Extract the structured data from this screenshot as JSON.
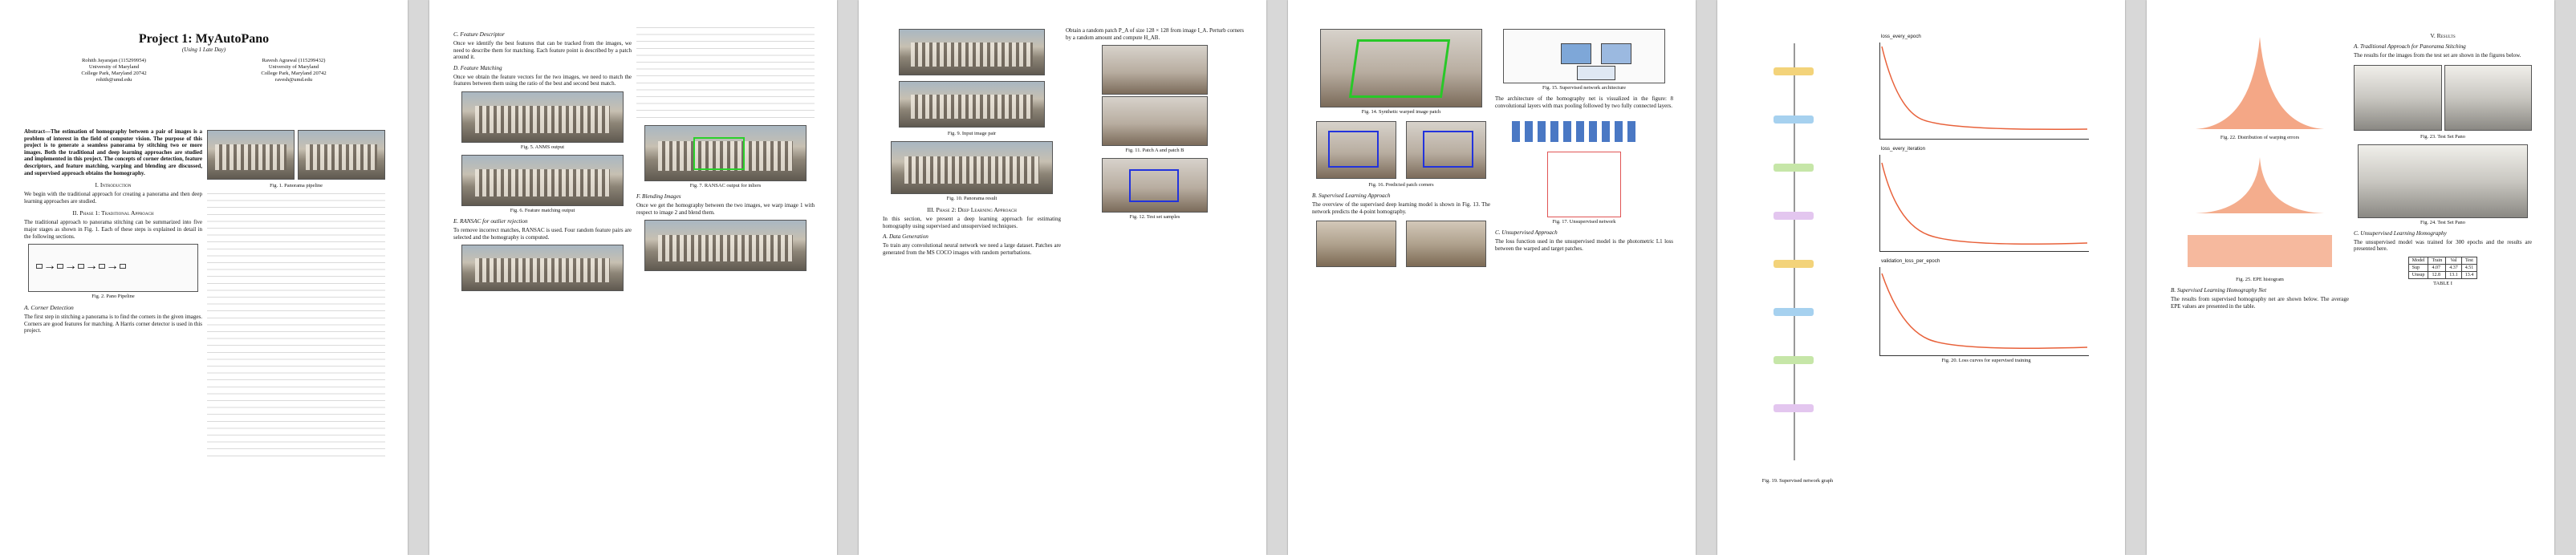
{
  "pages": [
    {
      "title": "Project 1: MyAutoPano",
      "subtitle": "(Using 1 Late Day)",
      "authors": [
        {
          "name": "Rohith Jayarajan (115299954)",
          "affil": "University of Maryland",
          "place": "College Park, Maryland 20742",
          "email": "rohith@umd.edu"
        },
        {
          "name": "Ravesh Agrawal (115299432)",
          "affil": "University of Maryland",
          "place": "College Park, Maryland 20742",
          "email": "ravesh@umd.edu"
        }
      ],
      "abstract": "Abstract—The estimation of homography between a pair of images is a problem of interest in the field of computer vision. The purpose of this project is to generate a seamless panorama by stitching two or more images. Both the traditional and deep learning approaches are studied and implemented in this project. The concepts of corner detection, feature descriptors, and feature matching, warping and blending are discussed, and supervised approach obtains the homography.",
      "s1": "I. Introduction",
      "p1": "We begin with the traditional approach for creating a panorama and then deep learning approaches are studied.",
      "s2": "II. Phase 1: Traditional Approach",
      "p2": "The traditional approach to panorama stitching can be summarized into five major stages as shown in Fig. 1. Each of these steps is explained in detail in the following sections.",
      "cap1": "Fig. 1. Panorama pipeline",
      "cap2": "Fig. 2. Pano Pipeline",
      "s3": "A. Corner Detection",
      "p3": "The first step in stitching a panorama is to find the corners in the given images. Corners are good features for matching. A Harris corner detector is used in this project."
    },
    {
      "h1": "C. Feature Descriptor",
      "p1": "Once we identify the best features that can be tracked from the images, we need to describe them for matching. Each feature point is described by a patch around it.",
      "h2": "D. Feature Matching",
      "p2": "Once we obtain the feature vectors for the two images, we need to match the features between them using the ratio of the best and second best match.",
      "cap1": "Fig. 5. ANMS output",
      "cap2": "Fig. 6. Feature matching output",
      "h3": "E. RANSAC for outlier rejection",
      "p3": "To remove incorrect matches, RANSAC is used. Four random feature pairs are selected and the homography is computed.",
      "cap3": "Fig. 7. RANSAC output for inliers",
      "h4": "F. Blending Images",
      "p4": "Once we get the homography between the two images, we warp image 1 with respect to image 2 and blend them."
    },
    {
      "p1": "Obtain a random patch P_A of size 128 × 128 from image I_A. Perturb corners by a random amount and compute H_AB.",
      "cap1": "Fig. 9. Input image pair",
      "cap2": "Fig. 10. Panorama result",
      "s1": "III. Phase 2: Deep Learning Approach",
      "p2": "In this section, we present a deep learning approach for estimating homography using supervised and unsupervised techniques.",
      "h1": "A. Data Generation",
      "p3": "To train any convolutional neural network we need a large dataset. Patches are generated from the MS COCO images with random perturbations.",
      "cap3": "Fig. 11. Patch A and patch B",
      "cap4": "Fig. 12. Test set samples"
    },
    {
      "cap1": "Fig. 14. Synthetic warped image patch",
      "cap2": "Fig. 15. Supervised network architecture",
      "p1": "The architecture of the homography net is visualized in the figure: 8 convolutional layers with max pooling followed by two fully connected layers.",
      "h1": "B. Supervised Learning Approach",
      "p2": "The overview of the supervised deep learning model is shown in Fig. 13. The network predicts the 4-point homography.",
      "cap3": "Fig. 16. Predicted patch corners",
      "cap4": "Fig. 17. Unsupervised network",
      "h2": "C. Unsupervised Approach",
      "p3": "The loss function used in the unsupervised model is the photometric L1 loss between the warped and target patches."
    },
    {
      "plots": [
        {
          "title": "loss_every_epoch"
        },
        {
          "title": "loss_every_iteration"
        },
        {
          "title": "validation_loss_per_epoch"
        }
      ],
      "cap1": "Fig. 19. Supervised network graph",
      "cap2": "Fig. 20. Loss curves for supervised training"
    },
    {
      "s1": "V. Results",
      "h1": "A. Traditional Approach for Panorama Stitching",
      "p1": "The results for the images from the test set are shown in the figures below.",
      "cap1": "Fig. 22. Distribution of warping errors",
      "cap2": "Fig. 23. Test Set Pano",
      "cap3": "Fig. 24. Test Set Pano",
      "cap4": "Fig. 25. EPE histogram",
      "h2": "B. Supervised Learning Homography Net",
      "p2": "The results from supervised homography net are shown below. The average EPE values are presented in the table.",
      "table_head": [
        "Model",
        "Train",
        "Val",
        "Test"
      ],
      "table_rows": [
        [
          "Sup",
          "4.07",
          "4.37",
          "4.51"
        ],
        [
          "Unsup",
          "12.8",
          "13.1",
          "13.4"
        ]
      ],
      "table_cap": "TABLE I",
      "h3": "C. Unsupervised Learning Homography",
      "p3": "The unsupervised model was trained for 300 epochs and the results are presented here."
    }
  ]
}
